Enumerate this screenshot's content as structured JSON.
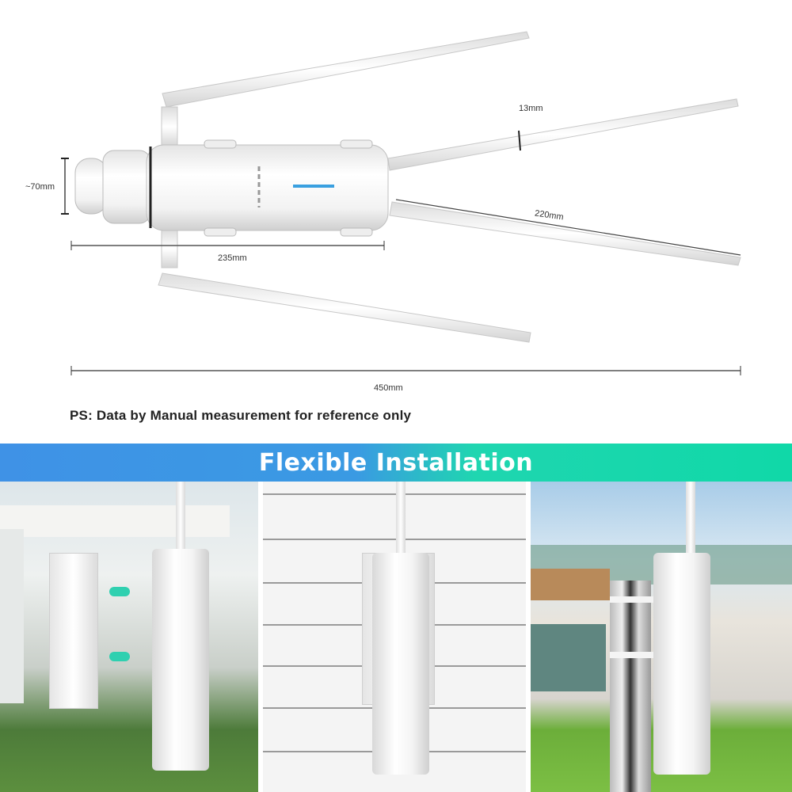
{
  "dimension_diagram": {
    "labels": {
      "body_diameter": "~70mm",
      "antenna_width": "13mm",
      "antenna_length": "220mm",
      "body_length": "235mm",
      "total_length": "450mm"
    },
    "note": "PS: Data by Manual measurement for reference only"
  },
  "banner": {
    "title": "Flexible Installation",
    "gradient_start": "#3f92e6",
    "gradient_end": "#10d8a8"
  },
  "photos": [
    {
      "scene": "bracket-mount-house"
    },
    {
      "scene": "wall-mount-brick"
    },
    {
      "scene": "pole-mount-garden"
    }
  ]
}
